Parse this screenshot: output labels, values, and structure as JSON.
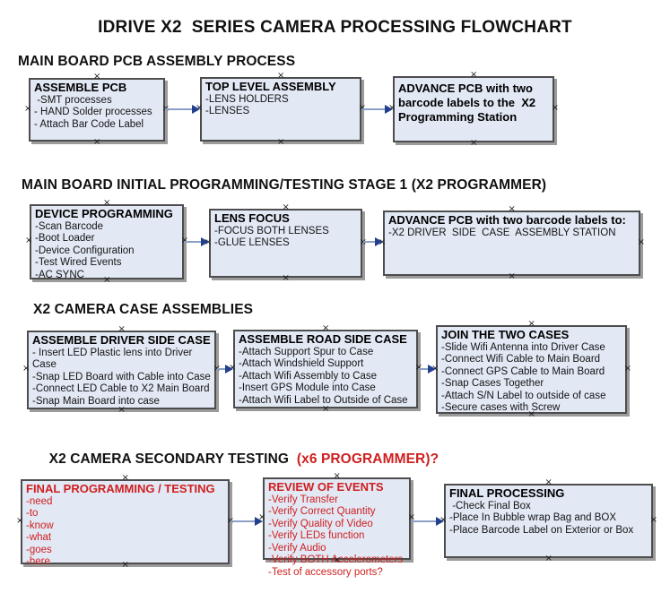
{
  "title": "IDRIVE X2  SERIES CAMERA PROCESSING FLOWCHART",
  "colors": {
    "box_fill": "#e2e8f4",
    "box_border": "#4d4d4d",
    "box_shadow": "#9b9b9b",
    "red": "#cf1f1f",
    "arrow_line": "#8b9fc7",
    "arrow_head": "#23408f"
  },
  "icons": {
    "selection_handle_glyph": "×"
  },
  "sections": [
    {
      "header": "MAIN BOARD PCB ASSEMBLY PROCESS",
      "boxes": [
        {
          "title": "ASSEMBLE PCB",
          "lines": [
            " -SMT processes",
            "- HAND Solder processes",
            "- Attach Bar Code Label"
          ]
        },
        {
          "title": "TOP LEVEL ASSEMBLY",
          "lines": [
            "-LENS HOLDERS",
            "-LENSES"
          ]
        },
        {
          "title": "ADVANCE PCB with two barcode labels to the  X2 Programming Station",
          "lines": []
        }
      ]
    },
    {
      "header": "MAIN BOARD INITIAL PROGRAMMING/TESTING STAGE 1 (X2 PROGRAMMER)",
      "boxes": [
        {
          "title": "DEVICE PROGRAMMING",
          "lines": [
            "-Scan Barcode",
            "-Boot Loader",
            "-Device Configuration",
            "-Test Wired Events",
            "-AC SYNC"
          ]
        },
        {
          "title": "LENS FOCUS",
          "lines": [
            "-FOCUS BOTH LENSES",
            "-GLUE LENSES"
          ]
        },
        {
          "title": "ADVANCE PCB with two barcode labels to:",
          "lines": [
            "-X2 DRIVER  SIDE  CASE  ASSEMBLY STATION"
          ]
        }
      ]
    },
    {
      "header": "X2 CAMERA CASE ASSEMBLIES",
      "boxes": [
        {
          "title": "ASSEMBLE DRIVER SIDE CASE",
          "lines": [
            "- Insert LED Plastic lens into Driver Case",
            "-Snap LED Board with Cable into Case",
            "-Connect LED Cable to X2 Main Board",
            "-Snap Main Board into case"
          ]
        },
        {
          "title": "ASSEMBLE ROAD SIDE CASE",
          "lines": [
            "-Attach Support Spur to Case",
            "-Attach Windshield Support",
            "-Attach Wifi Assembly to Case",
            "-Insert GPS Module into Case",
            "-Attach Wifi Label to Outside of Case"
          ]
        },
        {
          "title": "JOIN THE TWO CASES",
          "lines": [
            "-Slide Wifi Antenna into Driver Case",
            "-Connect Wifi Cable to Main Board",
            "-Connect GPS Cable to Main Board",
            "-Snap Cases Together",
            "-Attach S/N Label to outside of case",
            "-Secure cases with Screw"
          ]
        }
      ]
    },
    {
      "header": "X2 CAMERA SECONDARY TESTING ",
      "header_suffix": " (x6 PROGRAMMER)?",
      "boxes": [
        {
          "title": "FINAL PROGRAMMING / TESTING",
          "lines": [
            "-need",
            "-to",
            "-know",
            "-what",
            "-goes",
            "-here"
          ]
        },
        {
          "title": "REVIEW OF EVENTS",
          "lines": [
            "-Verify Transfer",
            "-Verify Correct Quantity",
            "-Verify Quality of Video",
            "-Verify LEDs function",
            "-Verify Audio",
            "-Verify BOTH Accelerometers",
            "-Test of accessory ports?"
          ]
        },
        {
          "title": "FINAL PROCESSING",
          "lines": [
            " -Check Final Box",
            "-Place In Bubble wrap Bag and BOX",
            "-Place Barcode Label on Exterior or Box"
          ]
        }
      ]
    }
  ]
}
